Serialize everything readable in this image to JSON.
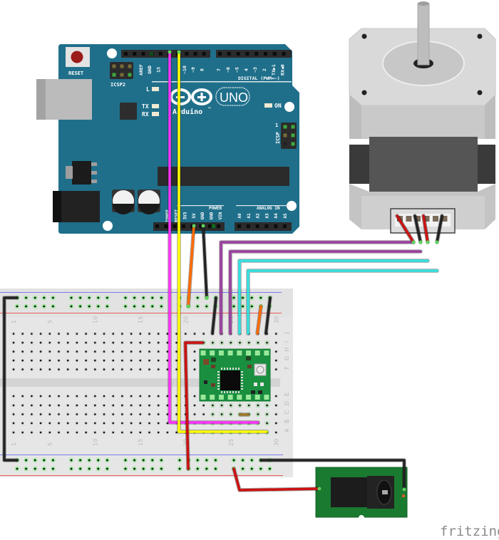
{
  "diagram": {
    "tool_watermark": "fritzing",
    "arduino": {
      "board_name": "UNO",
      "brand": "Arduino",
      "trademark": "™",
      "reset_label": "RESET",
      "icsp2_label": "ICSP2",
      "icsp_label": "ICSP",
      "icsp_pin1": "1",
      "led_l": "L",
      "led_tx": "TX",
      "led_rx": "RX",
      "led_on": "ON",
      "digital_label": "DIGITAL (PWM=~)",
      "power_label": "POWER",
      "analog_label": "ANALOG IN",
      "digital_pins": [
        "AREF",
        "GND",
        "13",
        "12",
        "~11",
        "~10",
        "~9",
        "8",
        "7",
        "~6",
        "~5",
        "4",
        "~3",
        "2",
        "TX▶1",
        "RX◀0"
      ],
      "power_pins": [
        "IOREF",
        "RESET",
        "3V3",
        "5V",
        "GND",
        "GND",
        "VIN"
      ],
      "analog_pins": [
        "A0",
        "A1",
        "A2",
        "A3",
        "A4",
        "A5"
      ],
      "colors": {
        "board": "#1f6f8b",
        "header": "#2b2b2b",
        "text": "#ffffff"
      }
    },
    "breadboard": {
      "columns": 30,
      "rows_top": [
        "J",
        "I",
        "H",
        "G",
        "F"
      ],
      "rows_bottom": [
        "E",
        "D",
        "C",
        "B",
        "A"
      ],
      "column_labels": [
        "1",
        "5",
        "10",
        "15",
        "20",
        "25",
        "30"
      ],
      "colors": {
        "body": "#e6e6e6",
        "rail_red": "#e85a5a",
        "rail_blue": "#7b7bf0"
      }
    },
    "driver_module": {
      "name": "A4988 stepper driver",
      "color": "#1a8f3f"
    },
    "stepper_motor": {
      "name": "NEMA stepper motor",
      "lead_colors": [
        "#cc1111",
        "#222222",
        "#cc1111",
        "#222222"
      ]
    },
    "dc_jack": {
      "name": "DC barrel jack",
      "color": "#1a7a30"
    },
    "wires": [
      {
        "name": "pin12-to-driver",
        "color": "#ff33ff"
      },
      {
        "name": "pin11-to-driver",
        "color": "#ffff00"
      },
      {
        "name": "5v-to-rail",
        "color": "#ff6a00"
      },
      {
        "name": "gnd-to-rail",
        "color": "#222222"
      },
      {
        "name": "coil-a1",
        "color": "#9b3fa0"
      },
      {
        "name": "coil-a2",
        "color": "#9b3fa0"
      },
      {
        "name": "coil-b1",
        "color": "#33e0e0"
      },
      {
        "name": "coil-b2",
        "color": "#33e0e0"
      },
      {
        "name": "motor-power",
        "color": "#cc1111"
      },
      {
        "name": "jack-positive",
        "color": "#cc1111"
      },
      {
        "name": "jack-ground",
        "color": "#222222"
      },
      {
        "name": "rail-ground-bridge",
        "color": "#222222"
      },
      {
        "name": "driver-logic-vdd",
        "color": "#ff6a00"
      },
      {
        "name": "driver-logic-gnd",
        "color": "#222222"
      },
      {
        "name": "driver-motor-gnd",
        "color": "#222222"
      },
      {
        "name": "reset-sleep-jumper",
        "color": "#a07a2a"
      }
    ]
  }
}
